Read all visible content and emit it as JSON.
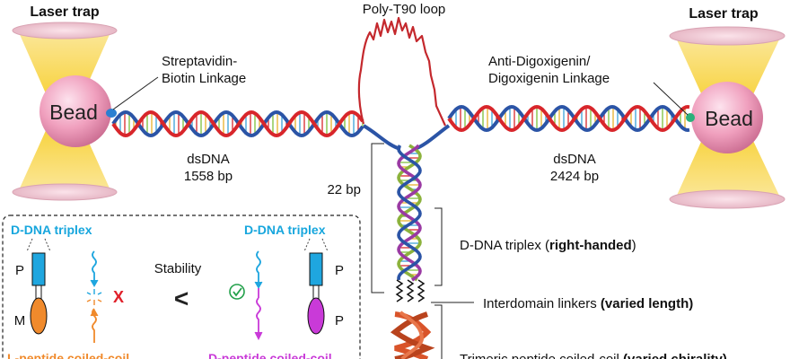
{
  "labels": {
    "laser_trap_left": "Laser trap",
    "laser_trap_right": "Laser trap",
    "poly_t_loop": "Poly-T90 loop",
    "bead_left": "Bead",
    "bead_right": "Bead",
    "streptavidin_line1": "Streptavidin-",
    "streptavidin_line2": "Biotin Linkage",
    "antidig_line1": "Anti-Digoxigenin/",
    "antidig_line2": "Digoxigenin Linkage",
    "dsdna_left_name": "dsDNA",
    "dsdna_left_bp": "1558 bp",
    "dsdna_right_name": "dsDNA",
    "dsdna_right_bp": "2424 bp",
    "bp_22": "22 bp",
    "triplex_label_prefix": "D-DNA triplex (",
    "triplex_label_bold": "right-handed",
    "triplex_label_suffix": ")",
    "linkers_label_prefix": "Interdomain linkers ",
    "linkers_label_bold": "(varied length)",
    "coiled_label_prefix": "Trimeric peptide coiled-coil ",
    "coiled_label_bold": "(varied chirality)"
  },
  "inset": {
    "left_title": "D-DNA triplex",
    "right_title": "D-DNA triplex",
    "stability": "Stability",
    "comparison": "<",
    "p_left": "P",
    "m_left": "M",
    "p_right_top": "P",
    "p_right_bottom": "P",
    "x_mark": "X",
    "left_bottom": "L-peptide coiled-coil",
    "right_bottom": "D-peptide coiled-coil"
  },
  "colors": {
    "strand_red": "#d8262b",
    "strand_blue": "#2b54a6",
    "triplex_green": "#8cb23c",
    "triplex_purple": "#9a3aa3",
    "loop_red": "#c4282d",
    "cyan_title": "#17a6dd",
    "orange": "#f08a2c",
    "magenta": "#c93ad8",
    "peptide": "#d9542a"
  }
}
